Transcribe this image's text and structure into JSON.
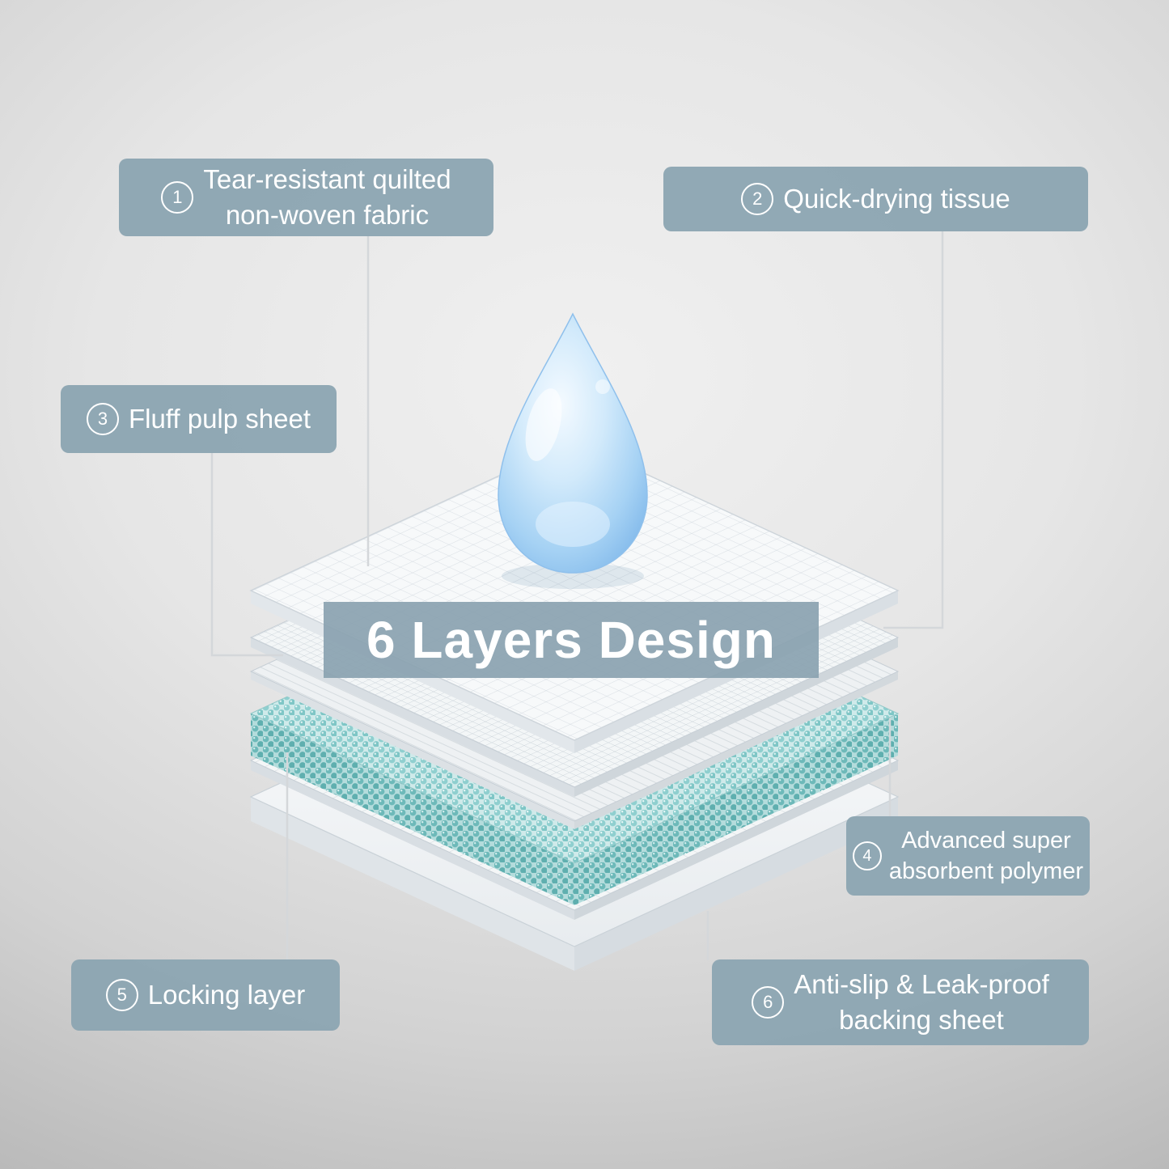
{
  "banner": {
    "title": "6 Layers Design"
  },
  "labels": [
    {
      "number": "1",
      "text": "Tear-resistant quilted\nnon-woven fabric"
    },
    {
      "number": "2",
      "text": "Quick-drying tissue"
    },
    {
      "number": "3",
      "text": "Fluff pulp sheet"
    },
    {
      "number": "4",
      "text": "Advanced super\nabsorbent polymer"
    },
    {
      "number": "5",
      "text": "Locking layer"
    },
    {
      "number": "6",
      "text": "Anti-slip & Leak-proof\nbacking sheet"
    }
  ],
  "colors": {
    "label_background": "#8da5b3",
    "banner_background": "#8aa2b0",
    "label_text": "#ffffff",
    "droplet_blue": "#7cb5e9",
    "polymer_teal": "#7fc6c6",
    "leader_line": "#d4d7da",
    "background_grey": "#d9d9d9"
  }
}
